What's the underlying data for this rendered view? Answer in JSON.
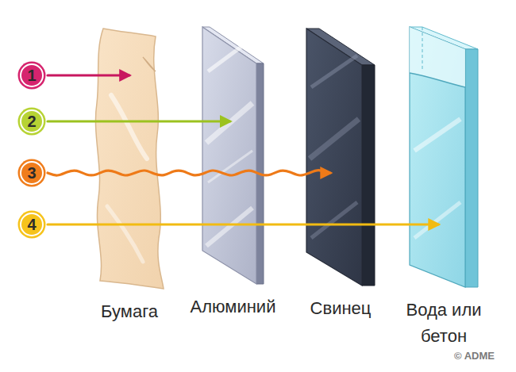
{
  "diagram": {
    "nodes": [
      {
        "text": [
          "1"
        ]
      },
      {
        "text": [
          "2"
        ]
      },
      {
        "text": [
          "3"
        ]
      },
      {
        "text": [
          "4"
        ]
      },
      {
        "text": [
          "Бумага"
        ]
      },
      {
        "text": [
          "Алюминий"
        ]
      },
      {
        "text": [
          "Свинец"
        ]
      },
      {
        "text": [
          "Вода или бетон"
        ]
      }
    ],
    "edges": [
      {
        "from": 0,
        "to": 4,
        "arrow": "to"
      },
      {
        "from": 1,
        "to": 5,
        "arrow": "to"
      },
      {
        "from": 2,
        "to": 6,
        "arrow": "to"
      },
      {
        "from": 3,
        "to": 7,
        "arrow": "to"
      }
    ],
    "labels": [
      "© ADME"
    ]
  }
}
